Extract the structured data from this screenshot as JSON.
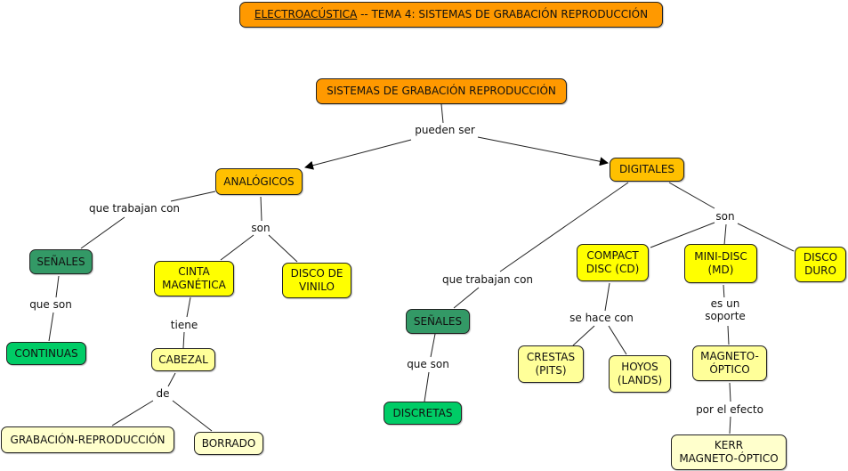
{
  "header": {
    "link_text": "ELECTROACÚSTICA",
    "rest_text": " -- TEMA 4: SISTEMAS DE GRABACIÓN REPRODUCCIÓN"
  },
  "colors": {
    "orange": "#ff9900",
    "gold": "#ffc000",
    "yellow": "#ffff00",
    "light_yellow": "#ffff99",
    "cream": "#ffffcc",
    "dark_green": "#339966",
    "green": "#00cc66"
  },
  "concepts": {
    "root": "SISTEMAS DE GRABACIÓN REPRODUCCIÓN",
    "analogicos": "ANALÓGICOS",
    "digitales": "DIGITALES",
    "senales_a": "SEÑALES",
    "continuas": "CONTINUAS",
    "cinta": "CINTA\nMAGNÉTICA",
    "vinilo": "DISCO DE\nVINILO",
    "cabezal": "CABEZAL",
    "grabacion": "GRABACIÓN-REPRODUCCIÓN",
    "borrado": "BORRADO",
    "senales_d": "SEÑALES",
    "discretas": "DISCRETAS",
    "cd": "COMPACT\nDISC (CD)",
    "md": "MINI-DISC\n(MD)",
    "disco_duro": "DISCO\nDURO",
    "crestas": "CRESTAS\n(PITS)",
    "hoyos": "HOYOS\n(LANDS)",
    "magneto": "MAGNETO-\nÓPTICO",
    "kerr": "KERR\nMAGNETO-ÓPTICO"
  },
  "linking_phrases": {
    "pueden_ser": "pueden ser",
    "trabajan_a": "que trabajan con",
    "son_a": "son",
    "que_son_a": "que son",
    "tiene": "tiene",
    "de": "de",
    "trabajan_d": "que trabajan con",
    "que_son_d": "que son",
    "son_d": "son",
    "se_hace_con": "se hace con",
    "es_un_soporte": "es un\nsoporte",
    "por_el_efecto": "por el efecto"
  }
}
